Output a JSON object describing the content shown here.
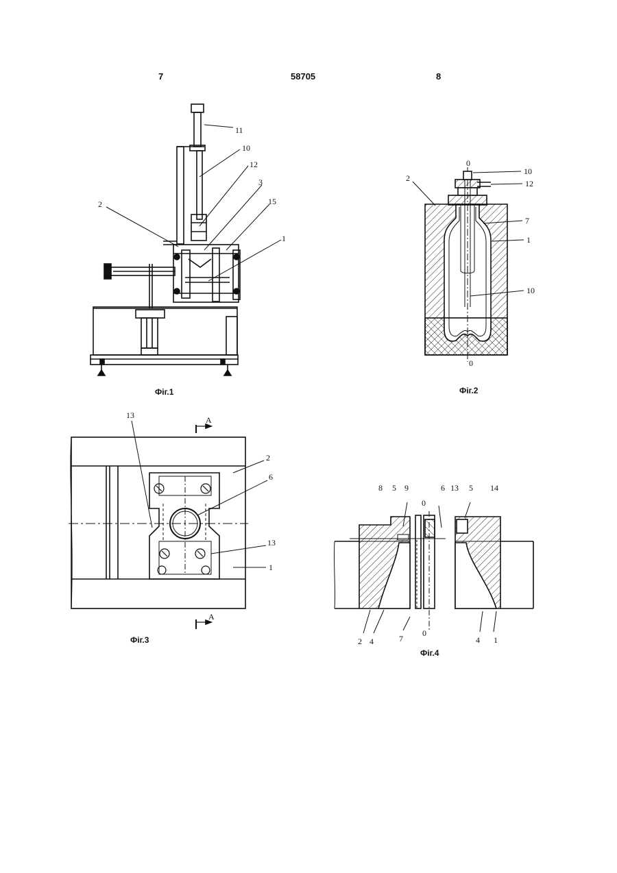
{
  "header": {
    "page_left": "7",
    "doc_number": "58705",
    "page_right": "8"
  },
  "figures": [
    {
      "caption": "Фіг.1",
      "labels": [
        "11",
        "10",
        "12",
        "3",
        "15",
        "2",
        "1"
      ]
    },
    {
      "caption": "Фіг.2",
      "labels": [
        "0",
        "10",
        "12",
        "2",
        "7",
        "1",
        "10",
        "0"
      ]
    },
    {
      "caption": "Фіг.3",
      "labels": [
        "13",
        "A",
        "2",
        "6",
        "13",
        "1",
        "A"
      ]
    },
    {
      "caption": "Фіг.4",
      "labels": [
        "8",
        "5",
        "9",
        "6",
        "13",
        "5",
        "14",
        "0",
        "2",
        "4",
        "7",
        "0",
        "4",
        "1"
      ]
    }
  ]
}
